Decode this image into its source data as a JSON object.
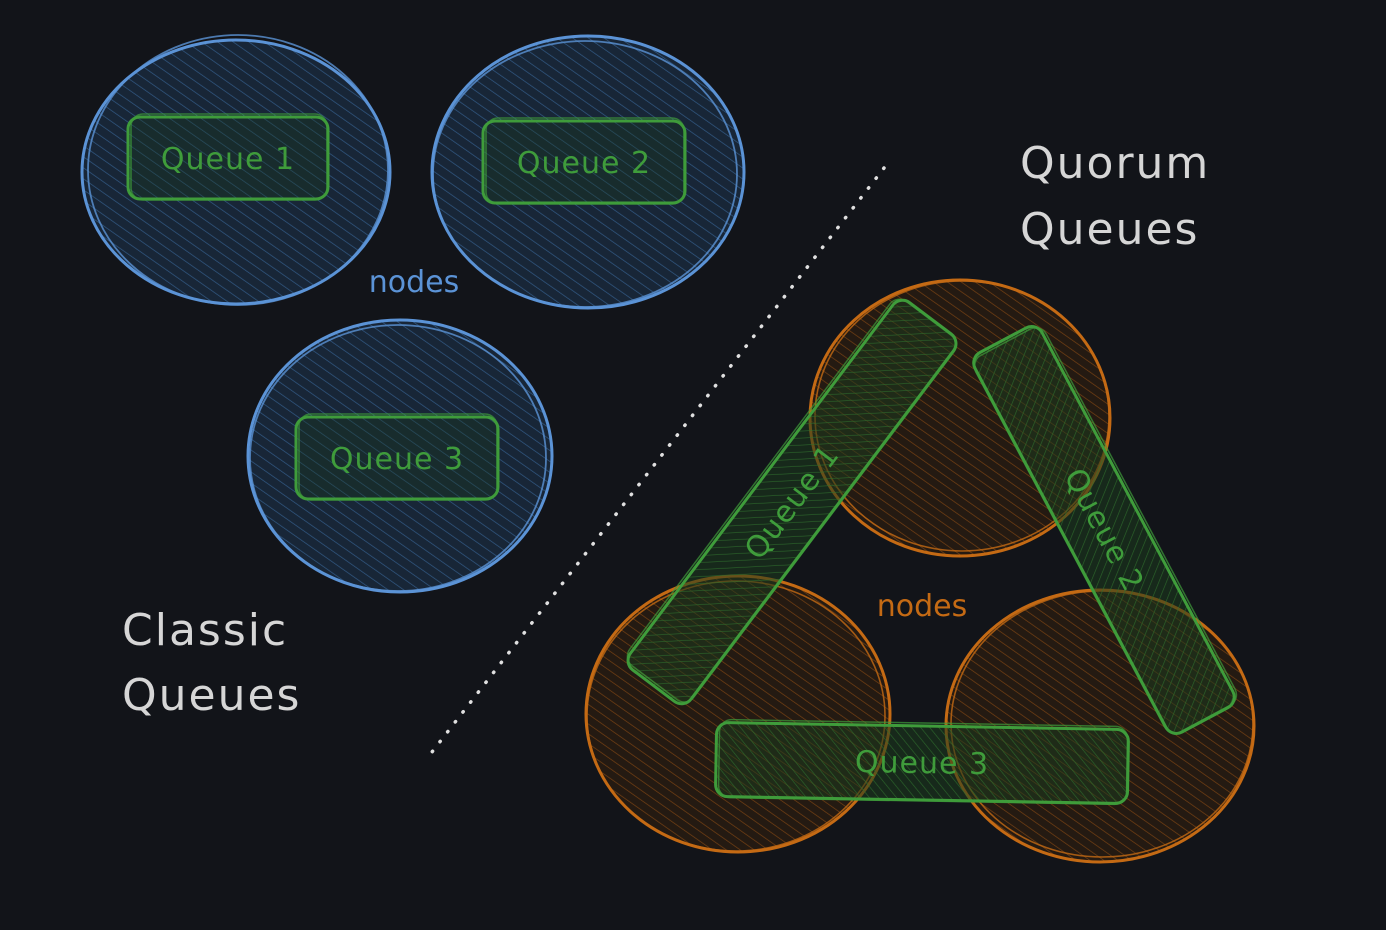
{
  "colors": {
    "background": "#121419",
    "classic_node_stroke": "#5b93d6",
    "classic_node_fill": "#1d3350",
    "quorum_node_stroke": "#c46a14",
    "quorum_node_fill": "#3b2411",
    "queue_stroke": "#3f9c3b",
    "queue_fill": "#1b3a1d",
    "divider": "#e0e0e0",
    "heading_text": "#d6d6d6"
  },
  "classic": {
    "heading_line1": "Classic",
    "heading_line2": "Queues",
    "nodes_label": "nodes",
    "queues": [
      "Queue 1",
      "Queue 2",
      "Queue 3"
    ]
  },
  "quorum": {
    "heading_line1": "Quorum",
    "heading_line2": "Queues",
    "nodes_label": "nodes",
    "queues": [
      "Queue 1",
      "Queue 2",
      "Queue 3"
    ]
  }
}
